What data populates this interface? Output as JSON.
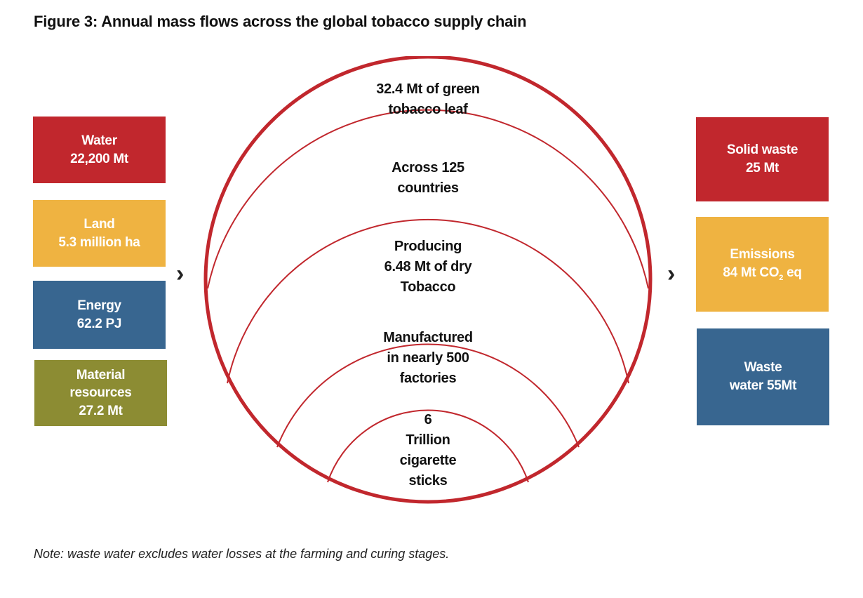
{
  "title": "Figure 3:  Annual mass flows across the global tobacco supply chain",
  "inputs": [
    {
      "line1": "Water",
      "line2": "22,200 Mt",
      "line3": "",
      "color": "#c1272d"
    },
    {
      "line1": "Land",
      "line2": "5.3 million ha",
      "line3": "",
      "color": "#efb341"
    },
    {
      "line1": "Energy",
      "line2": "62.2 PJ",
      "line3": "",
      "color": "#386690"
    },
    {
      "line1": "Material",
      "line2": "resources",
      "line3": "27.2 Mt",
      "color": "#8c8c33"
    }
  ],
  "outputs": [
    {
      "line1": "Solid waste",
      "line2": "25 Mt",
      "color": "#c1272d"
    },
    {
      "line1": "Emissions",
      "line2": "84 Mt CO",
      "sub": "2",
      "line2b": " eq",
      "color": "#efb341"
    },
    {
      "line1": "Waste",
      "line2": "water 55Mt",
      "color": "#386690"
    }
  ],
  "arrow_glyph": "›",
  "rings": [
    {
      "lines": [
        "32.4 Mt of green",
        "tobacco leaf"
      ]
    },
    {
      "lines": [
        "Across 125",
        "countries"
      ]
    },
    {
      "lines": [
        "Producing",
        "6.48  Mt of dry",
        "Tobacco"
      ]
    },
    {
      "lines": [
        "Manufactured",
        "in nearly 500",
        "factories"
      ]
    },
    {
      "lines": [
        "6",
        "Trillion",
        "cigarette",
        "sticks"
      ]
    }
  ],
  "ring_color": "#c1272d",
  "note": "Note: waste water excludes water losses at the farming and curing stages."
}
